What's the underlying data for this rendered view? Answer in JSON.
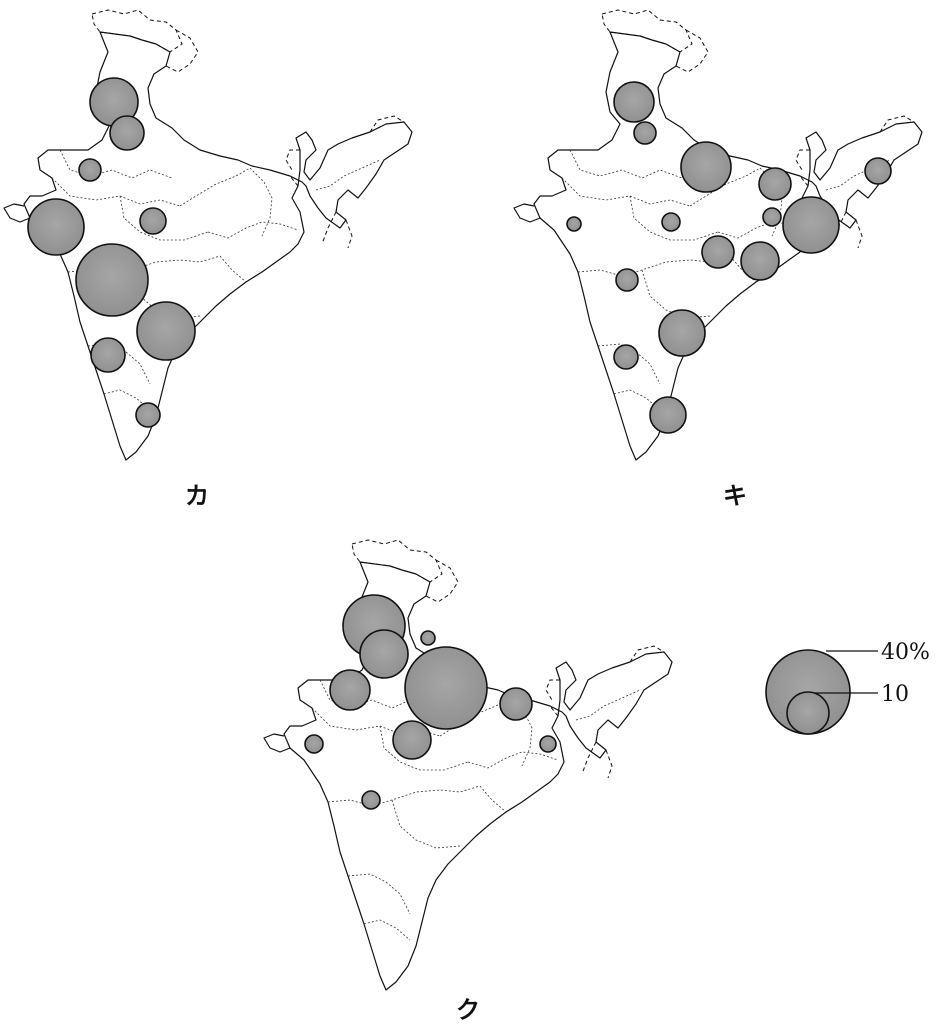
{
  "maps": [
    {
      "label": "カ",
      "circle_color": "#9a9a9a"
    },
    {
      "label": "キ",
      "circle_color": "#9a9a9a"
    },
    {
      "label": "ク",
      "circle_color": "#9a9a9a"
    }
  ],
  "legend": {
    "large_value": "40%",
    "small_value": "10"
  },
  "colors": {
    "circle_fill": "#9b9b9b",
    "outline": "#111111"
  }
}
